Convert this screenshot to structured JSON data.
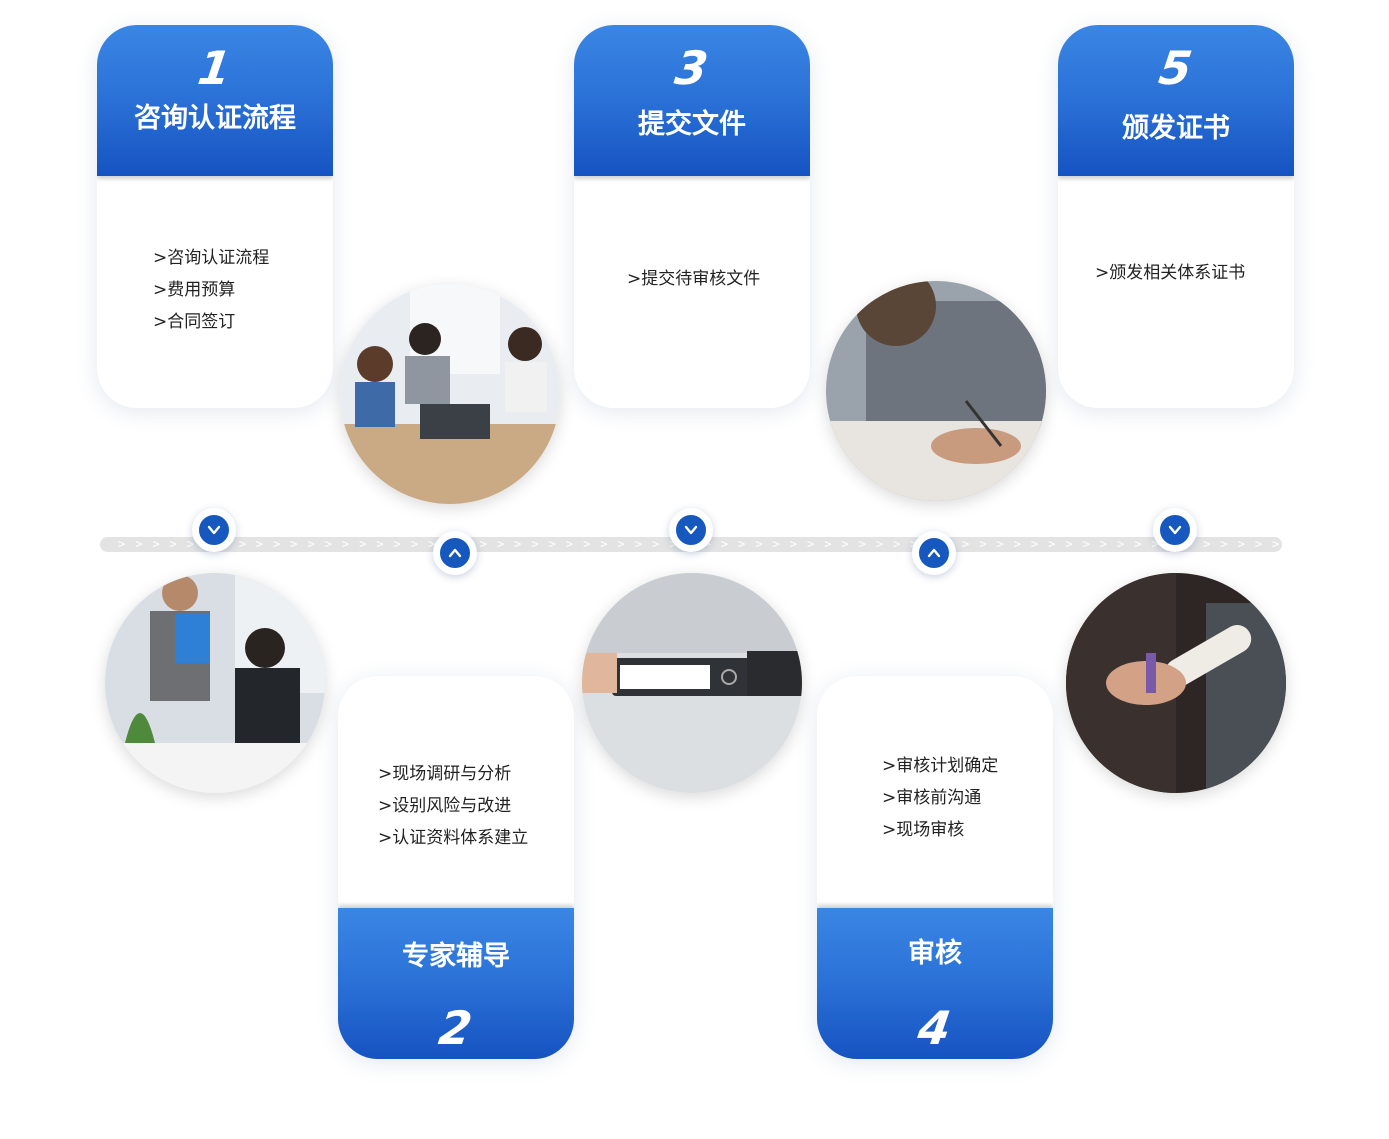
{
  "steps": [
    {
      "number": "1",
      "title": "咨询认证流程",
      "items": [
        ">咨询认证流程",
        ">费用预算",
        ">合同签订"
      ]
    },
    {
      "number": "2",
      "title": "专家辅导",
      "items": [
        ">现场调研与分析",
        ">设别风险与改进",
        ">认证资料体系建立"
      ]
    },
    {
      "number": "3",
      "title": "提交文件",
      "items": [
        ">提交待审核文件"
      ]
    },
    {
      "number": "4",
      "title": "审核",
      "items": [
        ">审核计划确定",
        ">审核前沟通",
        ">现场审核"
      ]
    },
    {
      "number": "5",
      "title": "颁发证书",
      "items": [
        ">颁发相关体系证书"
      ]
    }
  ],
  "colors": {
    "accent": "#2c73d8",
    "accent_dark": "#1653c2",
    "node": "#1658be",
    "timeline": "#e3e3e3"
  },
  "icons": {
    "down": "chevron-down-icon",
    "up": "chevron-up-icon"
  }
}
